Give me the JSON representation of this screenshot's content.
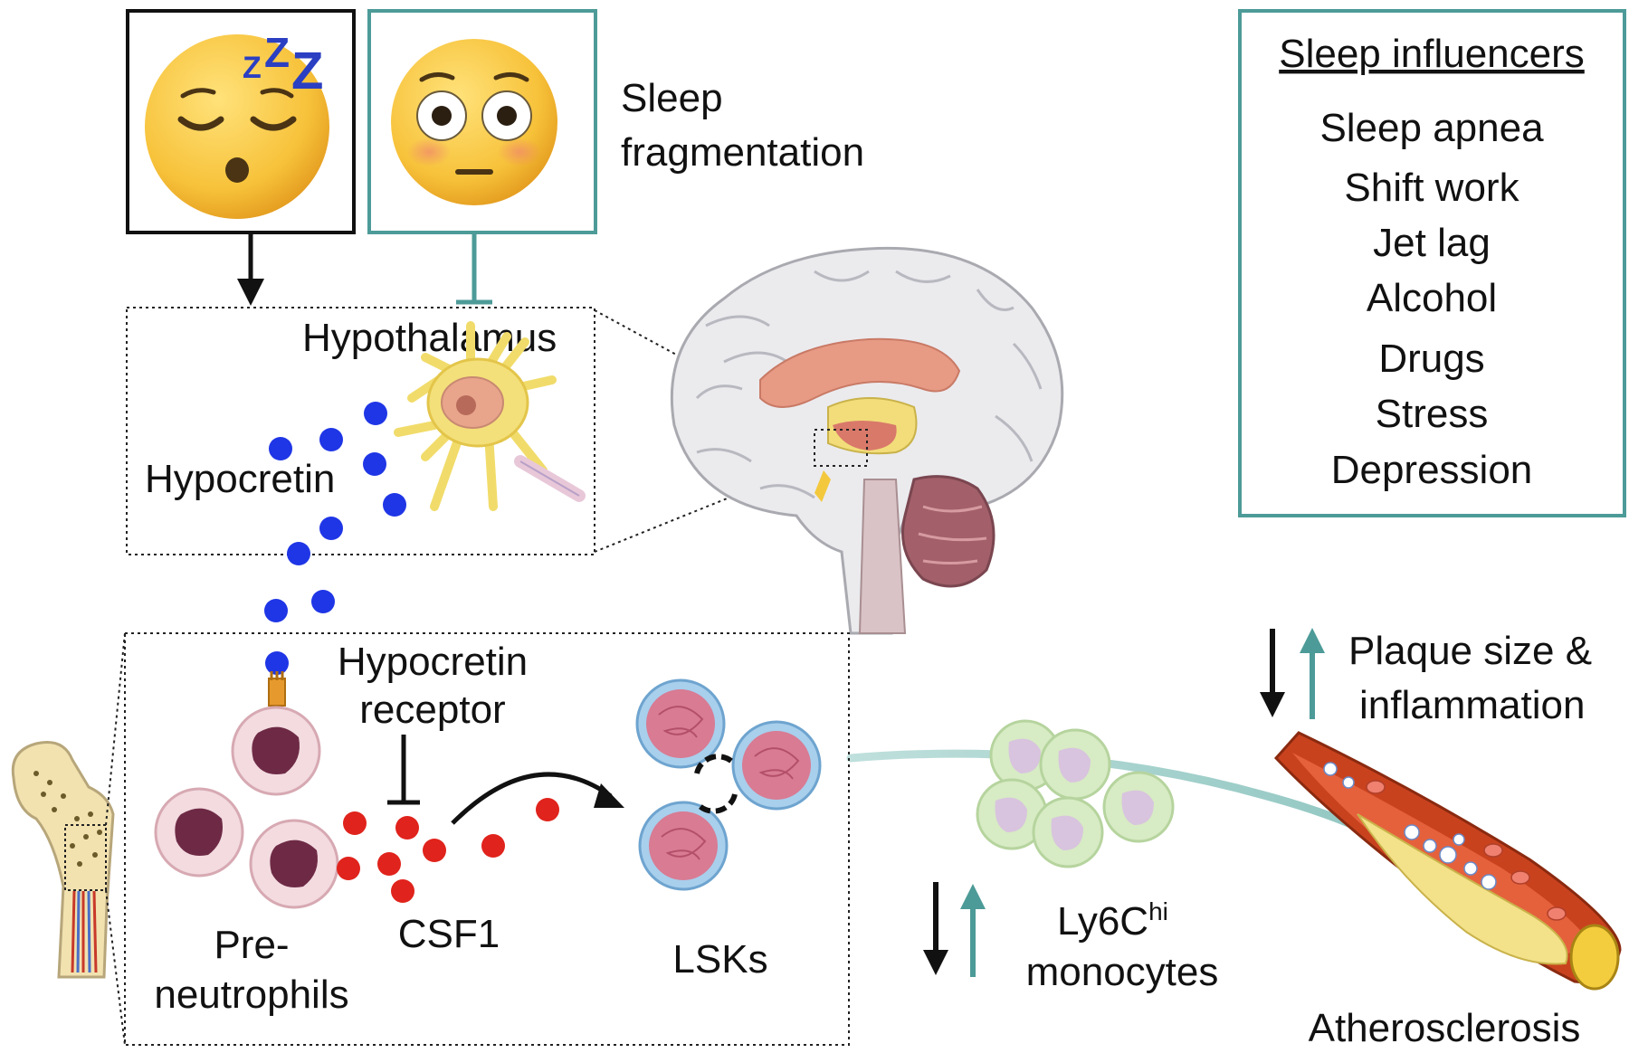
{
  "labels": {
    "sleep_fragmentation_line1": "Sleep",
    "sleep_fragmentation_line2": "fragmentation",
    "hypothalamus": "Hypothalamus",
    "hypocretin": "Hypocretin",
    "hypocretin_receptor_line1": "Hypocretin",
    "hypocretin_receptor_line2": "receptor",
    "pre_neutrophils_line1": "Pre-",
    "pre_neutrophils_line2": "neutrophils",
    "csf1": "CSF1",
    "lsks": "LSKs",
    "ly6c_base": "Ly6C",
    "ly6c_sup": "hi",
    "monocytes": "monocytes",
    "plaque_line1": "Plaque size &",
    "plaque_line2": "inflammation",
    "atherosclerosis": "Atherosclerosis"
  },
  "sleep_influencers": {
    "title": "Sleep influencers",
    "items": [
      "Sleep apnea",
      "Shift work",
      "Jet lag",
      "Alcohol",
      "Drugs",
      "Stress",
      "Depression"
    ]
  },
  "icons": {
    "sleeping_face": "sleeping-face-emoji-icon",
    "flushed_face": "flushed-face-emoji-icon"
  },
  "colors": {
    "teal": "#4d9b98",
    "black": "#111111",
    "hypocretin_dots": "#1f36e6",
    "csf1_dots": "#e0231c",
    "emoji_yellow": "#f7c23a"
  }
}
